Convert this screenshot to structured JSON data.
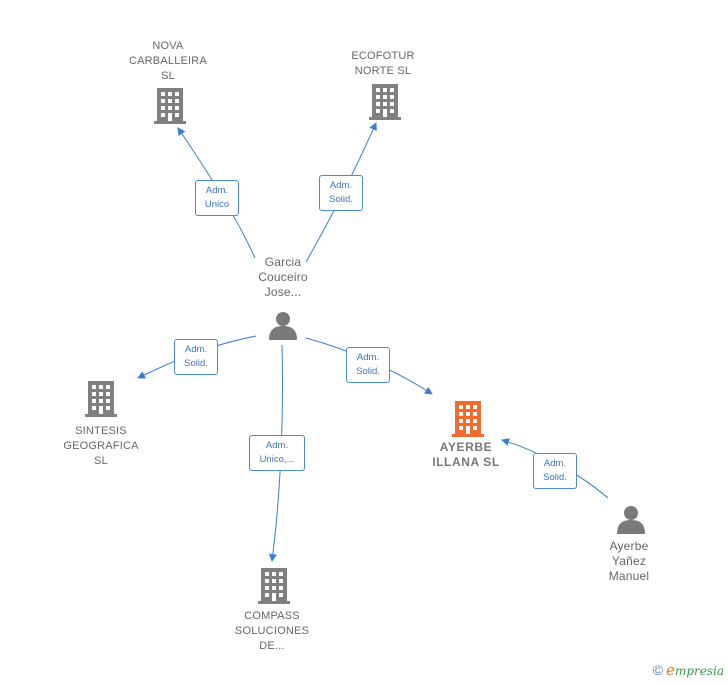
{
  "colors": {
    "edge": "#3a7fd4",
    "company": "#808080",
    "focus_company": "#f26a2e",
    "person": "#7a7a7a",
    "text": "#666666"
  },
  "nodes": {
    "nova": {
      "label": "NOVA\nCARBALLEIRA\nSL",
      "icon": "building-icon"
    },
    "ecofotur": {
      "label": "ECOFOTUR\nNORTE SL",
      "icon": "building-icon"
    },
    "garcia": {
      "label": "Garcia\nCouceiro\nJose...",
      "icon": "person-icon"
    },
    "sintesis": {
      "label": "SINTESIS\nGEOGRAFICA\nSL",
      "icon": "building-icon"
    },
    "ayerbe_illana": {
      "label": "AYERBE\nILLANA  SL",
      "icon": "building-icon"
    },
    "compass": {
      "label": "COMPASS\nSOLUCIONES\nDE...",
      "icon": "building-icon"
    },
    "ayerbe_manuel": {
      "label": "Ayerbe\nYañez\nManuel",
      "icon": "person-icon"
    }
  },
  "relations": {
    "garcia_nova": "Adm.\nUnico",
    "garcia_ecofotur": "Adm.\nSolid.",
    "garcia_sintesis": "Adm.\nSolid.",
    "garcia_ayerbe": "Adm.\nSolid.",
    "garcia_compass": "Adm.\nUnico,...",
    "manuel_ayerbe": "Adm.\nSolid."
  },
  "footer": {
    "copyright": "©",
    "brand_first": "e",
    "brand_rest": "mpresia"
  }
}
